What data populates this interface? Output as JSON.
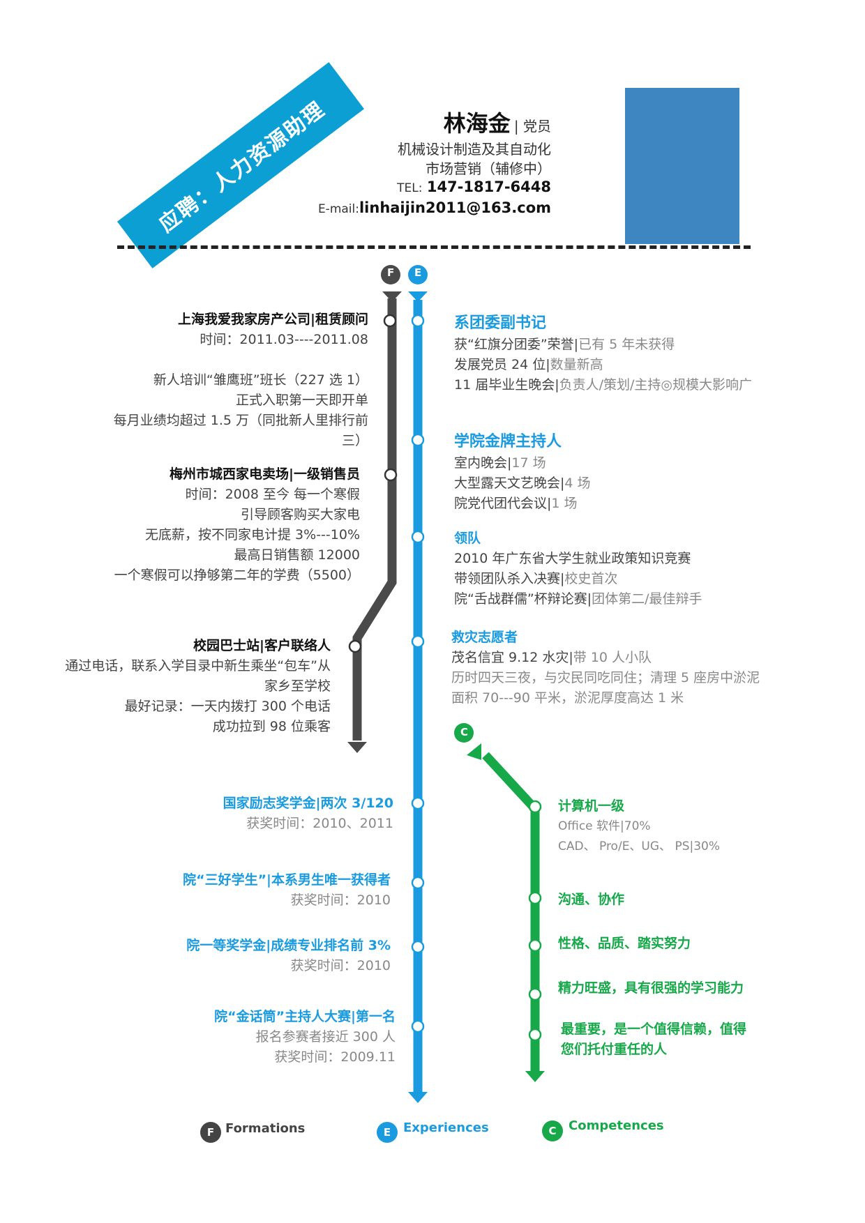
{
  "header": {
    "banner": "应聘：人力资源助理",
    "name": "林海金",
    "party": "| 党员",
    "major": "机械设计制造及其自动化",
    "minor": "市场营销（辅修中）",
    "tel_label": "TEL:",
    "tel": "147-1817-6448",
    "email_label": "E-mail:",
    "email": "linhaijin2011@163.com"
  },
  "markers": {
    "f": "F",
    "e": "E",
    "c": "C"
  },
  "formations": [
    {
      "title": "上海我爱我家房产公司|租赁顾问",
      "lines": [
        "时间：2011.03----2011.08",
        "",
        "新人培训“雏鹰班”班长（227 选 1）",
        "正式入职第一天即开单",
        "每月业绩均超过 1.5 万（同批新人里排行前",
        "三）"
      ]
    },
    {
      "title": "梅州市城西家电卖场|一级销售员",
      "lines": [
        "时间：2008 至今 每一个寒假",
        "引导顾客购买大家电",
        "无底薪，按不同家电计提 3%---10%",
        "最高日销售额 12000",
        "一个寒假可以挣够第二年的学费（5500）"
      ]
    },
    {
      "title": "校园巴士站|客户联络人",
      "lines": [
        "通过电话，联系入学目录中新生乘坐“包车”从",
        "家乡至学校",
        "最好记录：一天内拨打 300 个电话",
        "成功拉到 98 位乘客"
      ]
    }
  ],
  "experiences_right": [
    {
      "title": "系团委副书记",
      "rows": [
        [
          "获“红旗分团委”荣誉|",
          "已有 5 年未获得"
        ],
        [
          "发展党员 24 位|",
          "数量新高"
        ],
        [
          "11 届毕业生晚会|",
          "负责人/策划/主持◎规模大影响广"
        ]
      ]
    },
    {
      "title": "学院金牌主持人",
      "rows": [
        [
          "室内晚会|",
          "17 场"
        ],
        [
          "大型露天文艺晚会|",
          "4 场"
        ],
        [
          "院党代团代会议|",
          "1 场"
        ]
      ]
    },
    {
      "title": "领队",
      "rows": [
        [
          "2010 年广东省大学生就业政策知识竞赛",
          ""
        ],
        [
          "带领团队杀入决赛|",
          "校史首次"
        ],
        [
          "院“舌战群儒”杯辩论赛|",
          "团体第二/最佳辩手"
        ]
      ]
    },
    {
      "title": "救灾志愿者",
      "rows": [
        [
          "茂名信宜 9.12 水灾|",
          "带 10 人小队"
        ],
        [
          "",
          "历时四天三夜，与灾民同吃同住；清理 5 座房中淤泥"
        ],
        [
          "",
          "面积 70---90 平米，淤泥厚度高达 1 米"
        ]
      ]
    }
  ],
  "experiences_left": [
    {
      "title": "国家励志奖学金|两次 3/120",
      "lines": [
        "获奖时间：2010、2011"
      ]
    },
    {
      "title": "院“三好学生”|本系男生唯一获得者",
      "lines": [
        "获奖时间：2010"
      ]
    },
    {
      "title": "院一等奖学金|成绩专业排名前 3%",
      "lines": [
        "获奖时间：2010"
      ]
    },
    {
      "title": "院“金话筒”主持人大赛|第一名",
      "lines": [
        "报名参赛者接近 300 人",
        "获奖时间：2009.11"
      ]
    }
  ],
  "competences": [
    {
      "title": "计算机一级",
      "lines": [
        "Office 软件|70%",
        "CAD、 Pro/E、UG、 PS|30%"
      ]
    },
    {
      "title": "沟通、协作",
      "lines": []
    },
    {
      "title": "性格、品质、踏实努力",
      "lines": []
    },
    {
      "title": "精力旺盛，具有很强的学习能力",
      "lines": []
    },
    {
      "title": "最重要，是一个值得信赖，值得",
      "lines": [
        "您们托付重任的人"
      ]
    }
  ],
  "legend": [
    {
      "letter": "F",
      "label": "Formations",
      "color": "#444444"
    },
    {
      "letter": "E",
      "label": "Experiences",
      "color": "#1a9be0"
    },
    {
      "letter": "C",
      "label": "Competences",
      "color": "#17a84a"
    }
  ],
  "colors": {
    "formations": "#4a4a4a",
    "experiences": "#1a9be0",
    "competences": "#17a84a",
    "photo": "#3d86c1"
  }
}
